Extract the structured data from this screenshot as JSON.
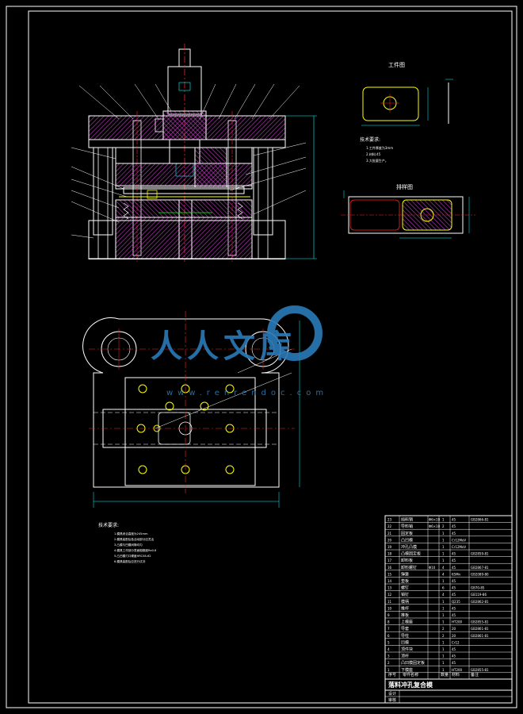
{
  "colors": {
    "background": "#000000",
    "outline": "#ffffff",
    "hatch": "#c040c0",
    "centerline": "#ff2020",
    "dimension": "#00ffff",
    "leader": "#00ff00",
    "hole_outline": "#ffff00",
    "watermark": "#2a7ab8"
  },
  "workpiece": {
    "title": "工件图"
  },
  "strip": {
    "title": "排样图"
  },
  "tech_requirements_top": {
    "title": "技术要求:",
    "lines": [
      "1.工件厚度为3mm",
      "2.材料:45",
      "3.大批量生产。"
    ]
  },
  "tech_requirements_bottom": {
    "title": "技术要求:",
    "lines": [
      "1.模具闭合高度为245mm",
      "2.模具装配后各活动部分应灵活",
      "3.凸模与凹模间隙均匀",
      "4.模具工作部分表面粗糙度Ra0.8",
      "5.凸凹模刃口硬度HRC58-62",
      "6.模具装配后应进行试冲"
    ]
  },
  "watermark": {
    "brand": "人人文库",
    "url": "www.renrendoc.com"
  },
  "bom": {
    "rows": [
      {
        "no": "23",
        "name": "挡料销",
        "spec": "Φ6×10",
        "qty": "1",
        "mat": "45",
        "note": "GB2866-81"
      },
      {
        "no": "22",
        "name": "导料销",
        "spec": "Φ6×10",
        "qty": "2",
        "mat": "45",
        "note": ""
      },
      {
        "no": "21",
        "name": "固定板",
        "spec": "",
        "qty": "1",
        "mat": "45",
        "note": ""
      },
      {
        "no": "20",
        "name": "凸凹模",
        "spec": "",
        "qty": "1",
        "mat": "Cr12MoV",
        "note": ""
      },
      {
        "no": "19",
        "name": "冲孔凸模",
        "spec": "",
        "qty": "1",
        "mat": "Cr12MoV",
        "note": ""
      },
      {
        "no": "18",
        "name": "凸模固定板",
        "spec": "",
        "qty": "1",
        "mat": "45",
        "note": "GB2859-81"
      },
      {
        "no": "17",
        "name": "卸料板",
        "spec": "",
        "qty": "1",
        "mat": "45",
        "note": ""
      },
      {
        "no": "16",
        "name": "卸料螺钉",
        "spec": "Φ10",
        "qty": "4",
        "mat": "45",
        "note": "GB2867-81"
      },
      {
        "no": "15",
        "name": "弹簧",
        "spec": "",
        "qty": "4",
        "mat": "65Mn",
        "note": "GB2089-80"
      },
      {
        "no": "14",
        "name": "垫板",
        "spec": "",
        "qty": "1",
        "mat": "45",
        "note": ""
      },
      {
        "no": "13",
        "name": "螺钉",
        "spec": "",
        "qty": "6",
        "mat": "45",
        "note": "GB70-85"
      },
      {
        "no": "12",
        "name": "销钉",
        "spec": "",
        "qty": "4",
        "mat": "45",
        "note": "GB119-86"
      },
      {
        "no": "11",
        "name": "模柄",
        "spec": "",
        "qty": "1",
        "mat": "Q235",
        "note": "GB2862-81"
      },
      {
        "no": "10",
        "name": "推杆",
        "spec": "",
        "qty": "1",
        "mat": "45",
        "note": ""
      },
      {
        "no": "9",
        "name": "推板",
        "spec": "",
        "qty": "1",
        "mat": "45",
        "note": ""
      },
      {
        "no": "8",
        "name": "上模座",
        "spec": "",
        "qty": "1",
        "mat": "HT200",
        "note": "GB2855-81"
      },
      {
        "no": "7",
        "name": "导套",
        "spec": "",
        "qty": "2",
        "mat": "20",
        "note": "GB2861-81"
      },
      {
        "no": "6",
        "name": "导柱",
        "spec": "",
        "qty": "2",
        "mat": "20",
        "note": "GB2861-81"
      },
      {
        "no": "5",
        "name": "凹模",
        "spec": "",
        "qty": "1",
        "mat": "Cr12",
        "note": ""
      },
      {
        "no": "4",
        "name": "顶件块",
        "spec": "",
        "qty": "1",
        "mat": "45",
        "note": ""
      },
      {
        "no": "3",
        "name": "顶杆",
        "spec": "",
        "qty": "1",
        "mat": "45",
        "note": ""
      },
      {
        "no": "2",
        "name": "凸凹模固定板",
        "spec": "",
        "qty": "1",
        "mat": "45",
        "note": ""
      },
      {
        "no": "1",
        "name": "下模座",
        "spec": "",
        "qty": "1",
        "mat": "HT200",
        "note": "GB2855-81"
      }
    ],
    "header": {
      "no": "序号",
      "name": "零件名称",
      "qty": "数量",
      "mat": "材料",
      "note": "备注"
    },
    "title": "落料冲孔复合模",
    "footer": [
      {
        "label": "设计",
        "value": ""
      },
      {
        "label": "审核",
        "value": ""
      }
    ]
  }
}
